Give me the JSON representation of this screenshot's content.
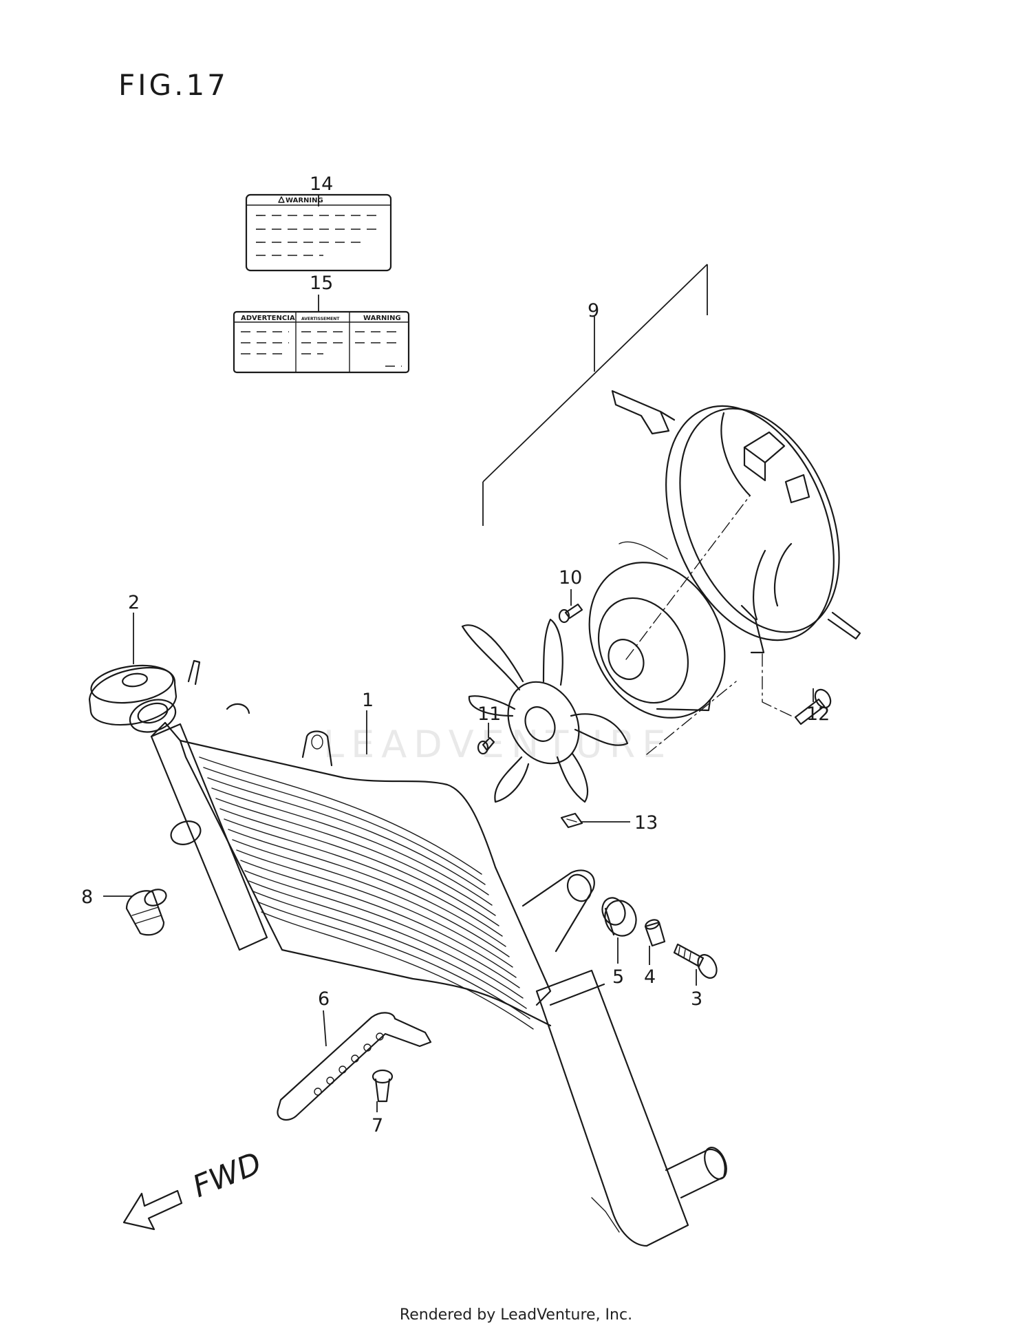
{
  "figure": {
    "title": "FIG.17"
  },
  "watermark": "LEADVENTURE",
  "direction": {
    "label": "FWD"
  },
  "labels": {
    "warning_14": "WARNING",
    "advertencia_15": "ADVERTENCIA",
    "avertissement_15": "AVERTISSEMENT",
    "warning_15": "WARNING"
  },
  "callouts": [
    {
      "id": "1",
      "text": "1"
    },
    {
      "id": "2",
      "text": "2"
    },
    {
      "id": "3",
      "text": "3"
    },
    {
      "id": "4",
      "text": "4"
    },
    {
      "id": "5",
      "text": "5"
    },
    {
      "id": "6",
      "text": "6"
    },
    {
      "id": "7",
      "text": "7"
    },
    {
      "id": "8",
      "text": "8"
    },
    {
      "id": "9",
      "text": "9"
    },
    {
      "id": "10",
      "text": "10"
    },
    {
      "id": "11",
      "text": "11"
    },
    {
      "id": "12",
      "text": "12"
    },
    {
      "id": "13",
      "text": "13"
    },
    {
      "id": "14",
      "text": "14"
    },
    {
      "id": "15",
      "text": "15"
    }
  ],
  "footer": "Rendered by LeadVenture, Inc."
}
